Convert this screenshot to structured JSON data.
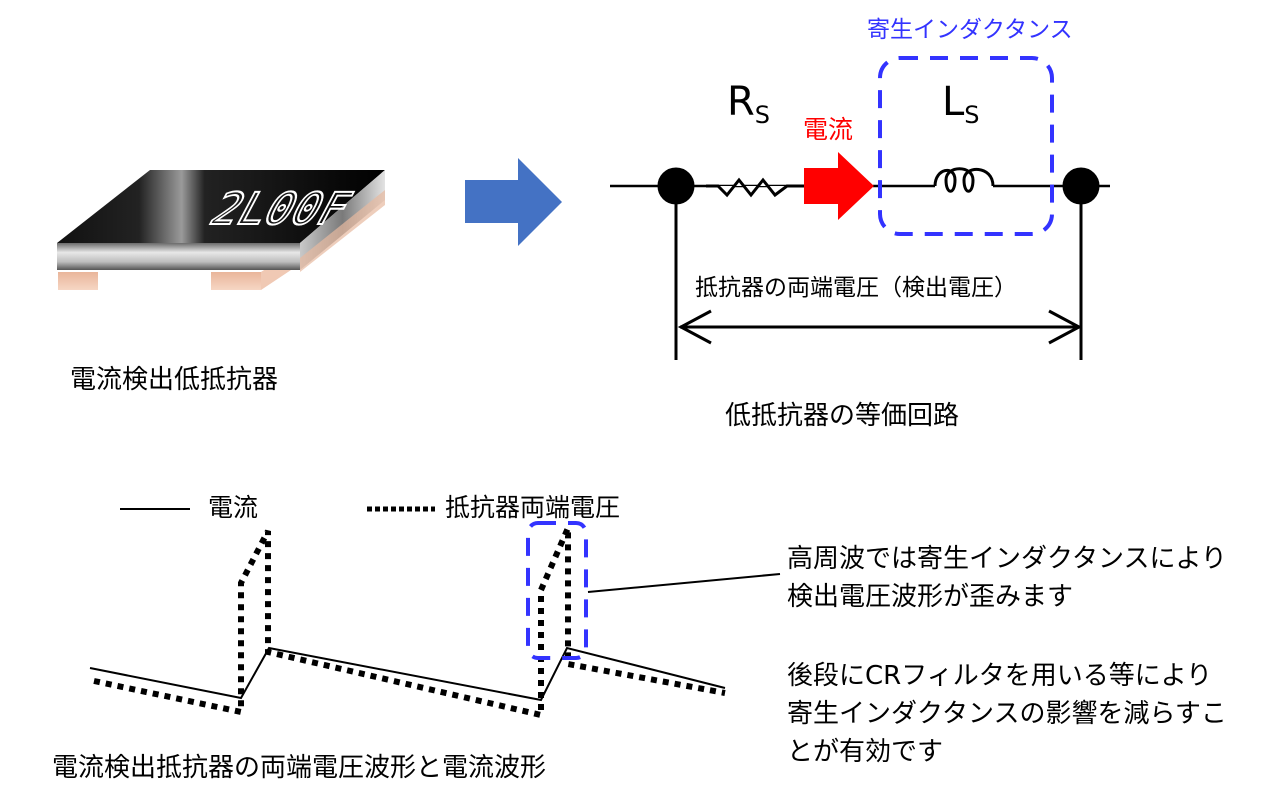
{
  "component": {
    "marking": "2L00F",
    "caption": "電流検出低抵抗器"
  },
  "transition_arrow": {
    "icon": "right-arrow-icon",
    "color": "#4472C4"
  },
  "circuit": {
    "resistor_label": "R",
    "resistor_subscript": "S",
    "inductor_label": "L",
    "inductor_subscript": "S",
    "current_label": "電流",
    "current_color": "#FF0000",
    "parasitic_label": "寄生インダクタンス",
    "highlight_color": "#3333FF",
    "voltage_label": "抵抗器の両端電圧（検出電圧）",
    "caption": "低抵抗器の等価回路"
  },
  "waveform": {
    "legend": [
      {
        "style": "solid",
        "label": "電流"
      },
      {
        "style": "dotted",
        "label": "抵抗器両端電圧"
      }
    ],
    "caption": "電流検出抵抗器の両端電圧波形と電流波形"
  },
  "notes": {
    "note1": [
      "高周波では寄生インダクタンスにより",
      "検出電圧波形が歪みます"
    ],
    "note2": [
      "後段にCRフィルタを用いる等により",
      "寄生インダクタンスの影響を減らすこ",
      "とが有効です"
    ]
  }
}
